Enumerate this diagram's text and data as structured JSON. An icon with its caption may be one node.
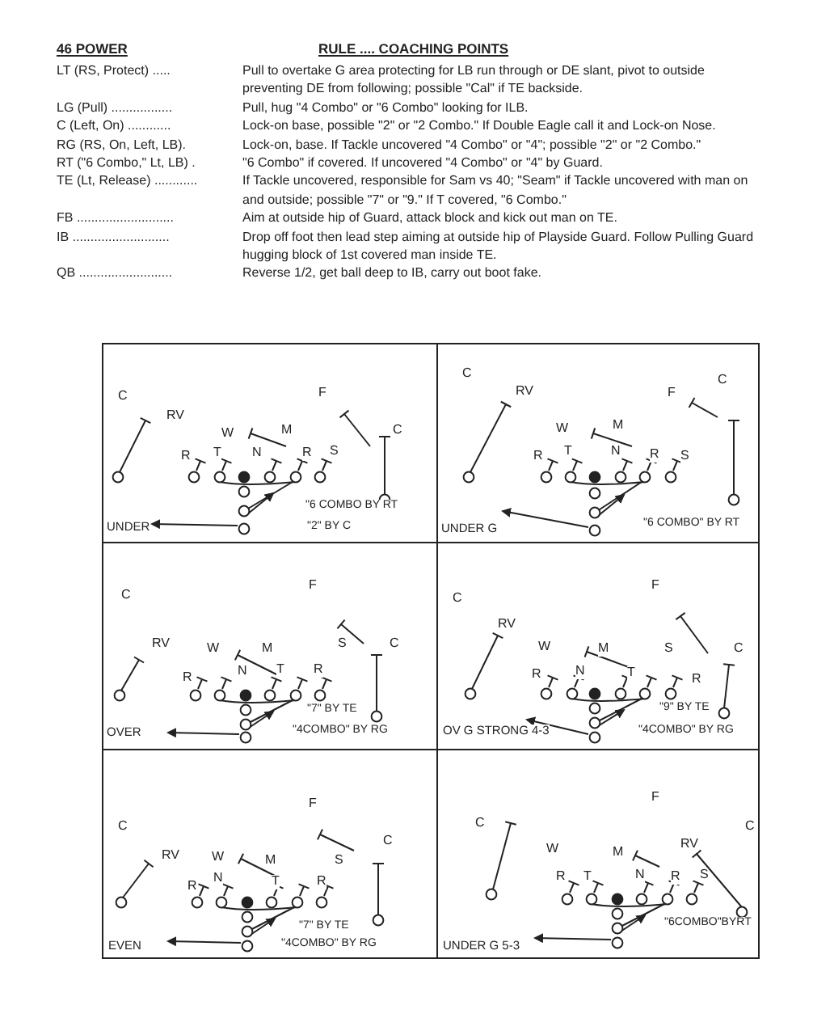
{
  "diagram": {
    "title": "46 POWER",
    "labels": [
      "RULE .... COACHING POINTS",
      "LT (RS, Protect) .....",
      "Pull to overtake G area protecting for LB run through or DE slant, pivot to outside preventing DE from following; possible \"Cal\" if TE backside.",
      "LG (Pull) .................",
      "Pull, hug \"4 Combo\" or \"6 Combo\" looking for ILB.",
      "C (Left, On) ............",
      "Lock-on base, possible \"2\" or \"2 Combo.\" If Double Eagle call it and Lock-on Nose.",
      "RG (RS, On, Left, LB).",
      "Lock-on, base. If Tackle uncovered \"4 Combo\" or \"4\"; possible \"2\" or \"2 Combo.\"",
      "RT (\"6 Combo,\" Lt, LB) .",
      "\"6 Combo\" if covered. If uncovered \"4 Combo\" or \"4\" by Guard.",
      "TE (Lt, Release) ............",
      "If Tackle uncovered, responsible for Sam vs 40; \"Seam\" if Tackle uncovered with man on and outside; possible \"7\" or \"9.\" If T covered, \"6 Combo.\"",
      "FB ...........................",
      "Aim at outside hip of Guard, attack block and kick out man on TE.",
      "IB ...........................",
      "Drop off foot then lead step aiming at outside hip of Playside Guard. Follow Pulling Guard hugging block of 1st covered man inside TE.",
      "QB ..........................",
      "Reverse 1/2, get ball deep to IB, carry out boot fake."
    ],
    "nodes": [
      {
        "text": [
          "C",
          "F",
          "RV",
          "W",
          "M",
          "C",
          "R",
          "T",
          "N",
          "R",
          "S",
          "\"6 COMBO BY RT",
          "UNDER",
          "\"2\" BY C"
        ]
      },
      {
        "text": [
          "C",
          "C",
          "RV",
          "F",
          "W",
          "M",
          "R",
          "T",
          "N",
          "R",
          "S",
          "UNDER G",
          "\"6 COMBO\" BY RT"
        ]
      },
      {
        "text": [
          "C",
          "F",
          "RV",
          "W",
          "M",
          "S",
          "C",
          "R",
          "N",
          "T",
          "R",
          "\"7\" BY TE",
          "OVER",
          "\"4COMBO\" BY RG"
        ]
      },
      {
        "text": [
          "C",
          "F",
          "RV",
          "W",
          "M",
          "S",
          "C",
          "R",
          "N",
          "T",
          "R",
          "\"9\" BY TE",
          "OV G STRONG 4-3",
          "\"4COMBO\" BY RG"
        ]
      },
      {
        "text": [
          "F",
          "C",
          "C",
          "RV",
          "W",
          "M",
          "S",
          "R",
          "N",
          "T",
          "R",
          "\"7\" BY TE",
          "EVEN",
          "\"4COMBO\" BY RG"
        ]
      },
      {
        "text": [
          "F",
          "C",
          "C",
          "RV",
          "W",
          "M",
          "R",
          "T",
          "N",
          "R",
          "S",
          "\"6COMBO\"BYRT",
          "UNDER G 5-3"
        ]
      }
    ]
  }
}
